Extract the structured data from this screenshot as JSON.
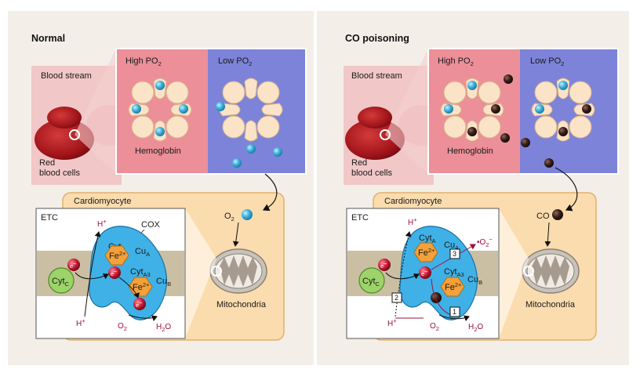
{
  "panels": {
    "normal": {
      "title": "Normal",
      "high_po2": "High PO",
      "low_po2": "Low PO",
      "po2_sub": "2",
      "blood_stream": "Blood stream",
      "red_cells_1": "Red",
      "red_cells_2": "blood cells",
      "hemoglobin": "Hemoglobin",
      "cardiomyocyte": "Cardiomyocyte",
      "gas": "O",
      "gas_sub": "2",
      "mitochondria": "Mitochondria",
      "etc": "ETC",
      "cox": "COX",
      "cyta": "Cyt",
      "cyta_sub": "A",
      "cua": "Cu",
      "cua_sub": "A",
      "fe": "Fe",
      "fe_sup": "2+",
      "cyta3": "Cyt",
      "cyta3_sub": "A3",
      "cub": "Cu",
      "cub_sub": "B",
      "cytc": "Cyt",
      "cytc_sub": "C",
      "electron": "e",
      "electron_sup": "−",
      "hplus": "H",
      "hplus_sup": "+",
      "o2": "O",
      "o2_sub": "2",
      "h2o_h": "H",
      "h2o_sub": "2",
      "h2o_o": "O"
    },
    "co": {
      "title": "CO poisoning",
      "high_po2": "High PO",
      "low_po2": "Low PO",
      "po2_sub": "2",
      "blood_stream": "Blood stream",
      "red_cells_1": "Red",
      "red_cells_2": "blood cells",
      "hemoglobin": "Hemoglobin",
      "cardiomyocyte": "Cardiomyocyte",
      "gas": "CO",
      "mitochondria": "Mitochondria",
      "etc": "ETC",
      "cyta": "Cyt",
      "cyta_sub": "A",
      "cua": "Cu",
      "cua_sub": "A",
      "fe": "Fe",
      "fe_sup": "2+",
      "cyta3": "Cyt",
      "cyta3_sub": "A3",
      "cub": "Cu",
      "cub_sub": "B",
      "cytc": "Cyt",
      "cytc_sub": "C",
      "electron": "e",
      "electron_sup": "−",
      "hplus": "H",
      "hplus_sup": "+",
      "o2": "O",
      "o2_sub": "2",
      "h2o_h": "H",
      "h2o_sub": "2",
      "h2o_o": "O",
      "superoxide": "•O",
      "superoxide_sub": "2",
      "superoxide_sup": "−",
      "step1": "1",
      "step2": "2",
      "step3": "3"
    }
  },
  "colors": {
    "panel_bg": "#f3efe8",
    "blood_pink": "#ec8f98",
    "blood_blue": "#7c83d8",
    "cardio": "#fbdcae",
    "cardio_border": "#e3b06a",
    "membrane": "#cbbfa3",
    "cox_blue": "#3fb1e6",
    "fe_orange": "#f4a13a",
    "cytc_green": "#9dd36a",
    "electron_red": "#c81a35",
    "oxygen_cyan": "#46b7dd",
    "co_dark": "#3a1f18"
  }
}
